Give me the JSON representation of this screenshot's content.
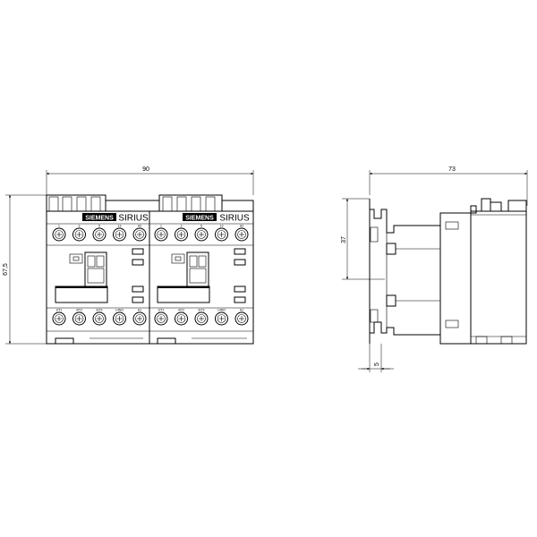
{
  "front_view": {
    "brand": "SIEMENS",
    "product": "SIRIUS",
    "width_dim": "90",
    "height_dim": "67,5",
    "terminal_top_labels": [
      "1",
      "3",
      "5",
      "13",
      "A2"
    ],
    "terminal_bottom_labels": [
      "2/T1",
      "4/T2",
      "6/T3",
      "14NO",
      "A1"
    ]
  },
  "side_view": {
    "depth_dim": "73",
    "rail_height_dim": "37",
    "offset_dim": "5"
  }
}
